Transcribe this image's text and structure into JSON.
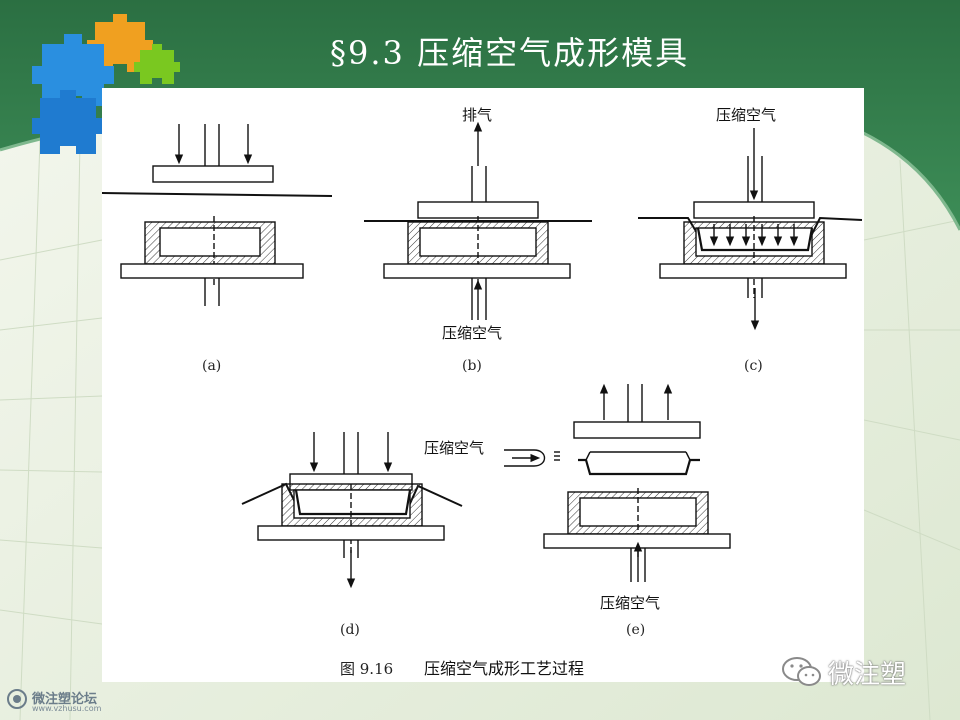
{
  "slide": {
    "title": "§9.3 压缩空气成形模具"
  },
  "figure": {
    "subfigure_labels": [
      "(a)",
      "(b)",
      "(c)",
      "(d)",
      "(e)"
    ],
    "annotations": {
      "b_top": "排气",
      "b_bottom": "压缩空气",
      "c_top": "压缩空气",
      "e_left": "压缩空气",
      "e_bottom": "压缩空气"
    },
    "caption_number": "图 9.16",
    "caption_text": "压缩空气成形工艺过程"
  },
  "watermarks": {
    "left_title": "微注塑论坛",
    "left_url": "www.vzhusu.com",
    "right_text": "微注塑"
  },
  "colors": {
    "header_green": "#2f7a4a",
    "puzzle_blue": "#2a8fe0",
    "puzzle_orange": "#f0a020",
    "puzzle_green": "#7ac820"
  }
}
